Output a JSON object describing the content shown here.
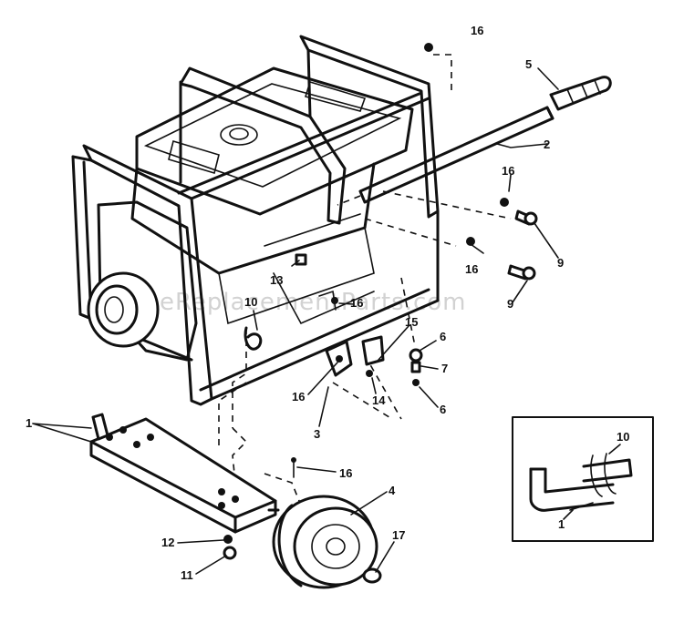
{
  "watermark": "eReplacementParts.com",
  "callouts": {
    "c1": "1",
    "c2": "2",
    "c3": "3",
    "c4": "4",
    "c5": "5",
    "c6a": "6",
    "c6b": "6",
    "c7": "7",
    "c9a": "9",
    "c9b": "9",
    "c10a": "10",
    "c10b": "10",
    "c11": "11",
    "c12": "12",
    "c13": "13",
    "c14": "14",
    "c15": "15",
    "c16a": "16",
    "c16b": "16",
    "c16c": "16",
    "c16d": "16",
    "c16e": "16",
    "c16f": "16",
    "c17": "17",
    "c1b": "1"
  }
}
